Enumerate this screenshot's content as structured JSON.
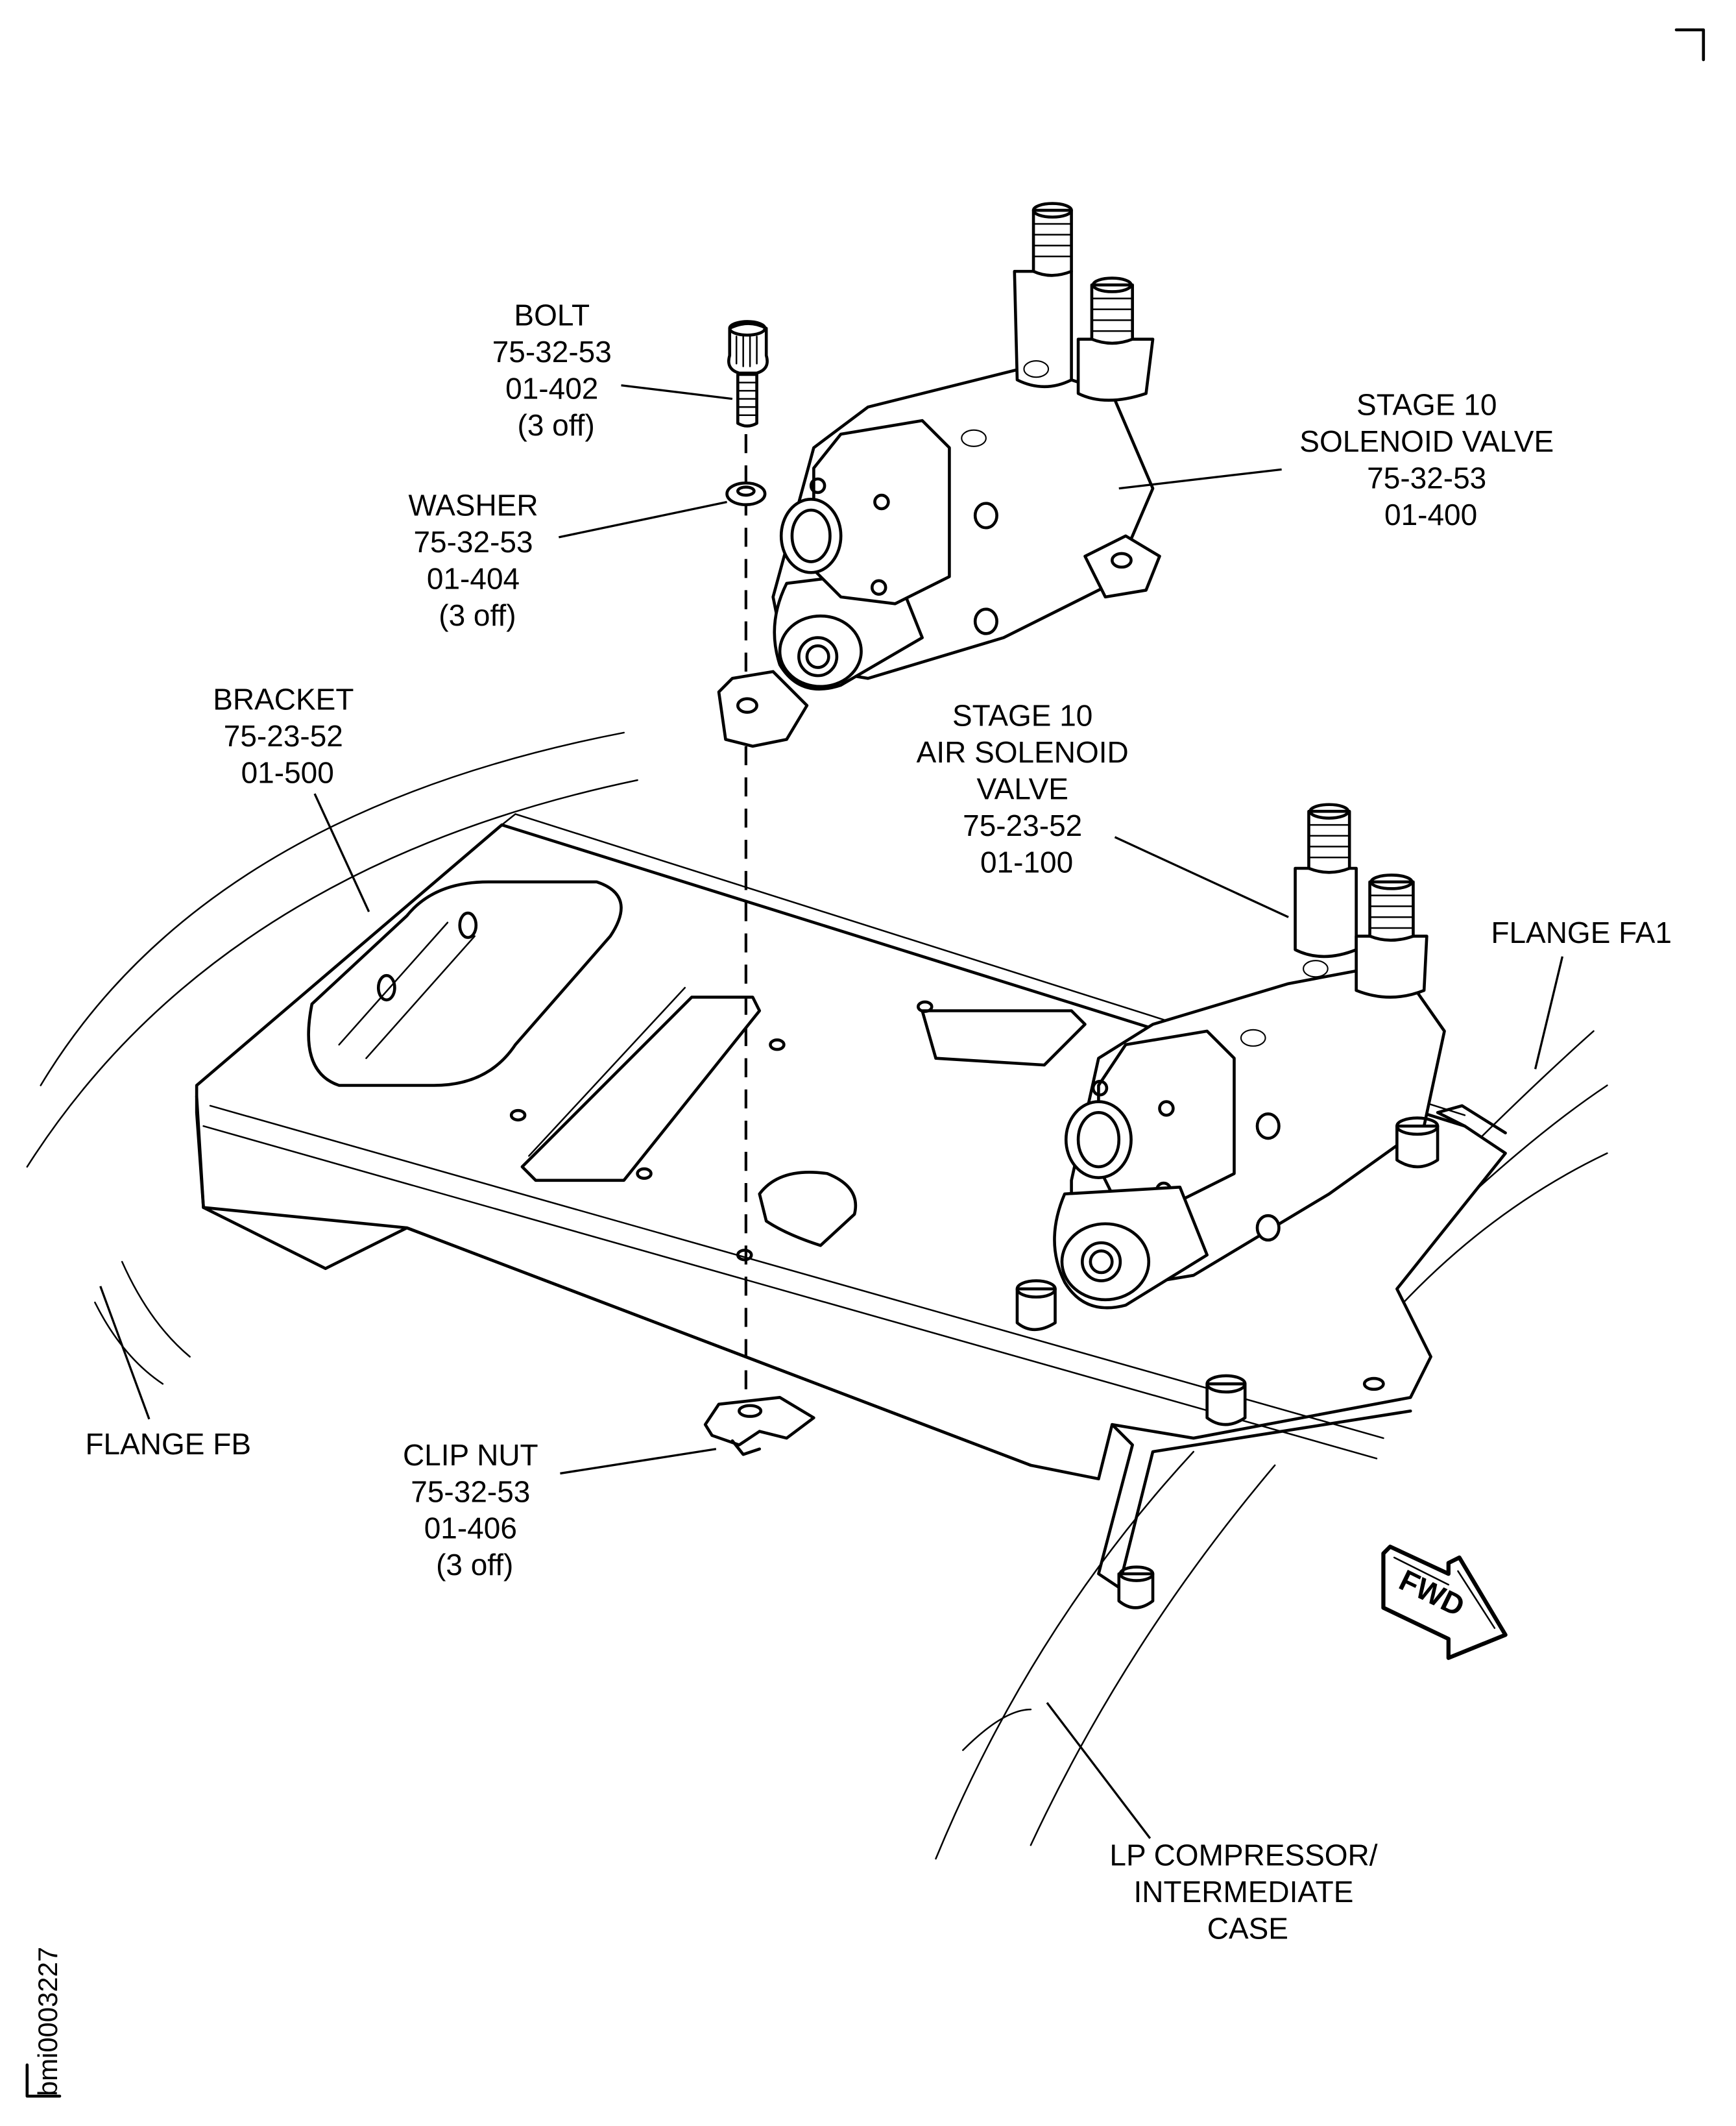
{
  "figure": {
    "id": "bmi0003227",
    "orientation_marker": "FWD"
  },
  "callouts": [
    {
      "key": "bolt",
      "lines": [
        "BOLT",
        "75-32-53",
        "01-402",
        "(3 off)"
      ]
    },
    {
      "key": "washer",
      "lines": [
        "WASHER",
        "75-32-53",
        "01-404",
        "(3 off)"
      ]
    },
    {
      "key": "stage10_solenoid_valve",
      "lines": [
        "STAGE 10",
        "SOLENOID VALVE",
        "75-32-53",
        "01-400"
      ]
    },
    {
      "key": "bracket",
      "lines": [
        "BRACKET",
        "75-23-52",
        "01-500"
      ]
    },
    {
      "key": "stage10_air_solenoid_valve",
      "lines": [
        "STAGE 10",
        "AIR SOLENOID",
        "VALVE",
        "75-23-52",
        "01-100"
      ]
    },
    {
      "key": "flange_fa1",
      "lines": [
        "FLANGE FA1"
      ]
    },
    {
      "key": "flange_fb",
      "lines": [
        "FLANGE FB"
      ]
    },
    {
      "key": "clip_nut",
      "lines": [
        "CLIP NUT",
        "75-32-53",
        "01-406",
        "(3 off)"
      ]
    },
    {
      "key": "lp_compressor_case",
      "lines": [
        "LP COMPRESSOR/",
        "INTERMEDIATE",
        "CASE"
      ]
    }
  ]
}
